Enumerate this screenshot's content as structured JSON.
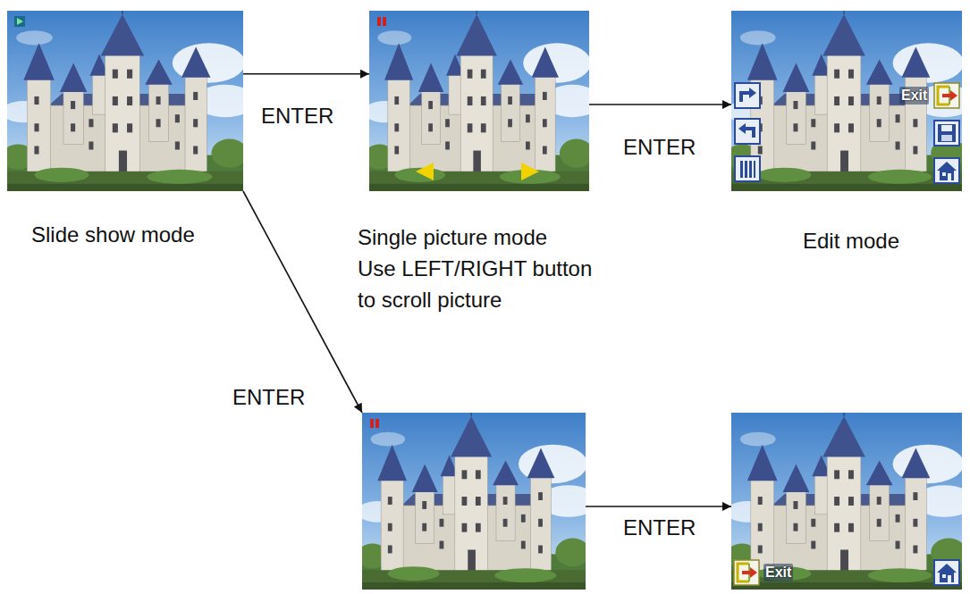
{
  "diagram": {
    "nodes": [
      {
        "text": [
          "Slide show mode"
        ]
      },
      {
        "text": [
          "Single picture mode",
          "Use LEFT/RIGHT button to scroll picture"
        ]
      },
      {
        "text": [
          "Edit mode",
          "Exit"
        ]
      },
      {
        "text": []
      },
      {
        "text": [
          "Exit"
        ]
      }
    ],
    "edges": [
      {
        "from": 0,
        "to": 1,
        "label": "ENTER",
        "arrow": "to"
      },
      {
        "from": 1,
        "to": 2,
        "label": "ENTER",
        "arrow": "to"
      },
      {
        "from": 0,
        "to": 3,
        "label": "ENTER",
        "arrow": "to"
      },
      {
        "from": 3,
        "to": 4,
        "label": "ENTER",
        "arrow": "to"
      }
    ]
  }
}
